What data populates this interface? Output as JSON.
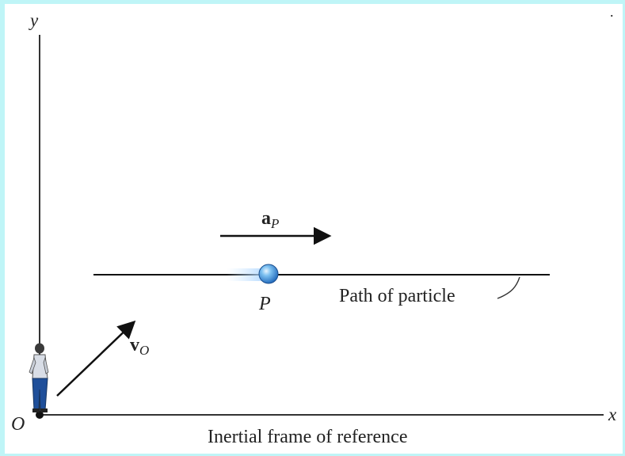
{
  "labels": {
    "y_axis": "y",
    "x_axis": "x",
    "origin": "O",
    "particle": "P",
    "acceleration_symbol": "a",
    "acceleration_subscript": "P",
    "velocity_symbol": "v",
    "velocity_subscript": "O",
    "path": "Path of particle",
    "frame": "Inertial frame of reference",
    "corner_mark": "."
  },
  "colors": {
    "background": "#bff5f7",
    "particle": "#3a8fd8",
    "lines": "#111111"
  },
  "icons": {
    "observer": "standing-person-icon",
    "particle": "sphere-icon"
  }
}
